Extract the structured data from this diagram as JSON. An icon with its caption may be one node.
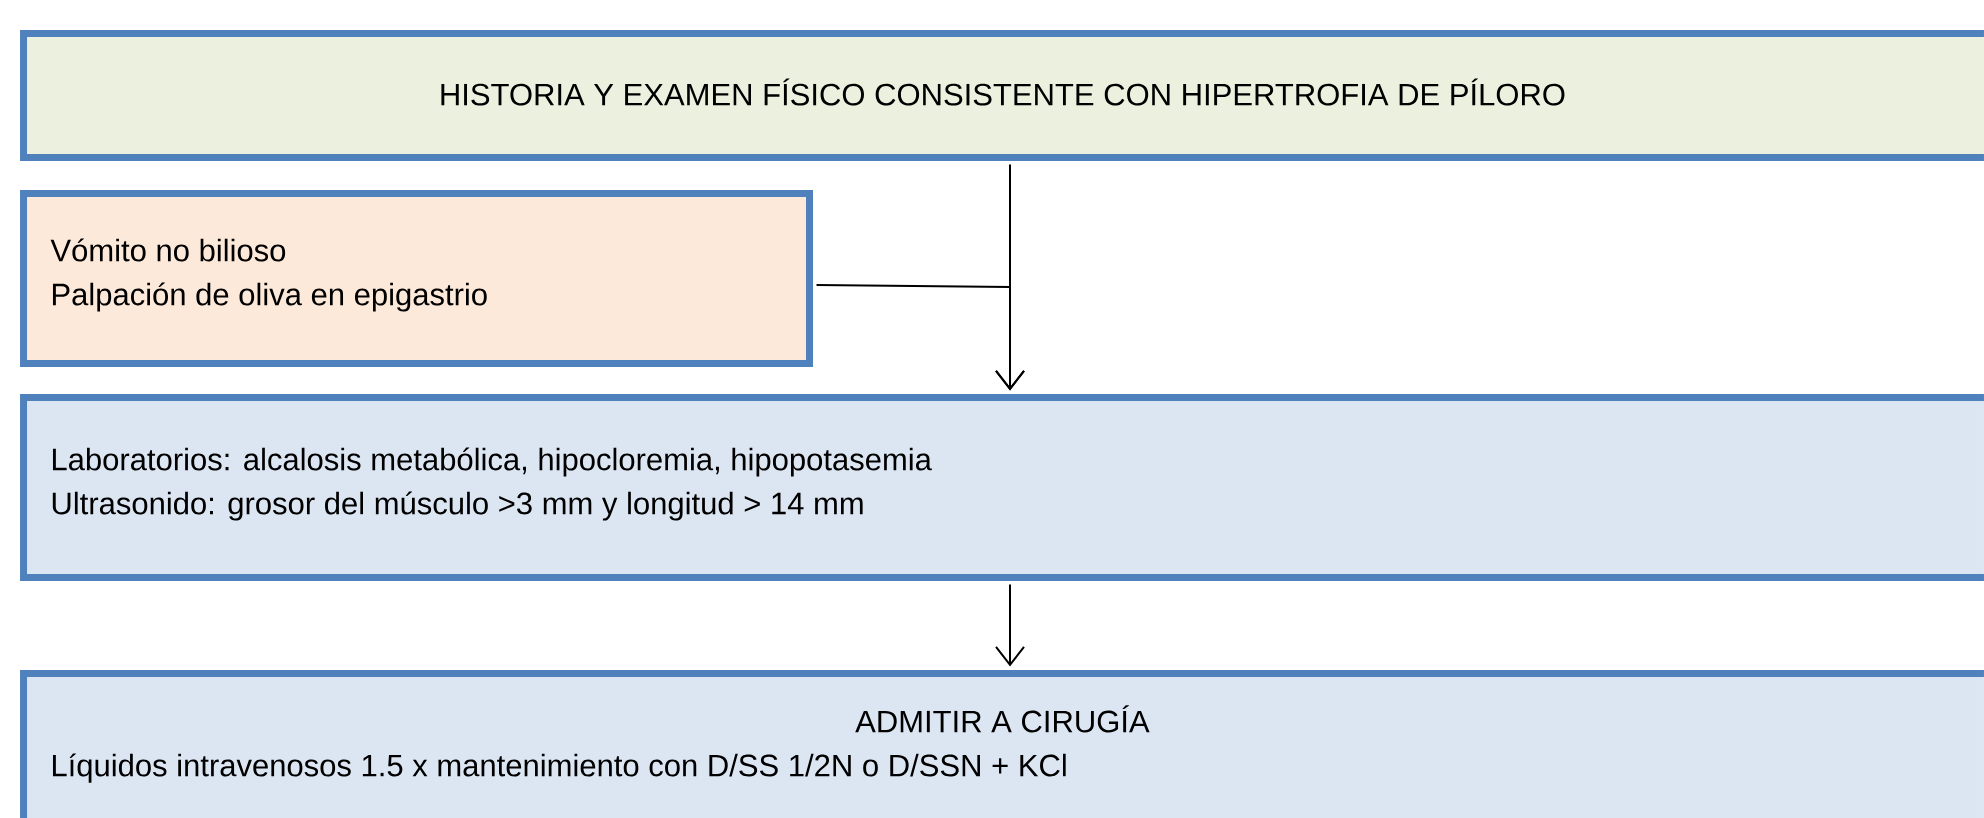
{
  "diagram": {
    "nodes": [
      {
        "text": [
          "HISTORIA  Y EXAMEN FÍSICO CONSISTENTE  CON HIPERTROFIA  DE PÍLORO"
        ]
      },
      {
        "text": [
          "Vómito no bilioso",
          "Palpación de oliva en epigastrio"
        ]
      },
      {
        "text": [
          "Laboratorios:  alcalosis metabólica, hipocloremia, hipopotasemia",
          "Ultrasonido: grosor del músculo >3 mm y longitud > 14 mm"
        ]
      },
      {
        "text": [
          "ADMITIR  A CIRUGÍA",
          "Líquidos intravenosos 1.5 x mantenimiento con D/SS 1/2N o D/SSN + KCl"
        ]
      }
    ],
    "edges": [
      {
        "from": 0,
        "to": 2,
        "arrow": "to"
      },
      {
        "from": 1,
        "to": 2,
        "arrow": "to"
      },
      {
        "from": 2,
        "to": 3,
        "arrow": "to"
      }
    ]
  }
}
